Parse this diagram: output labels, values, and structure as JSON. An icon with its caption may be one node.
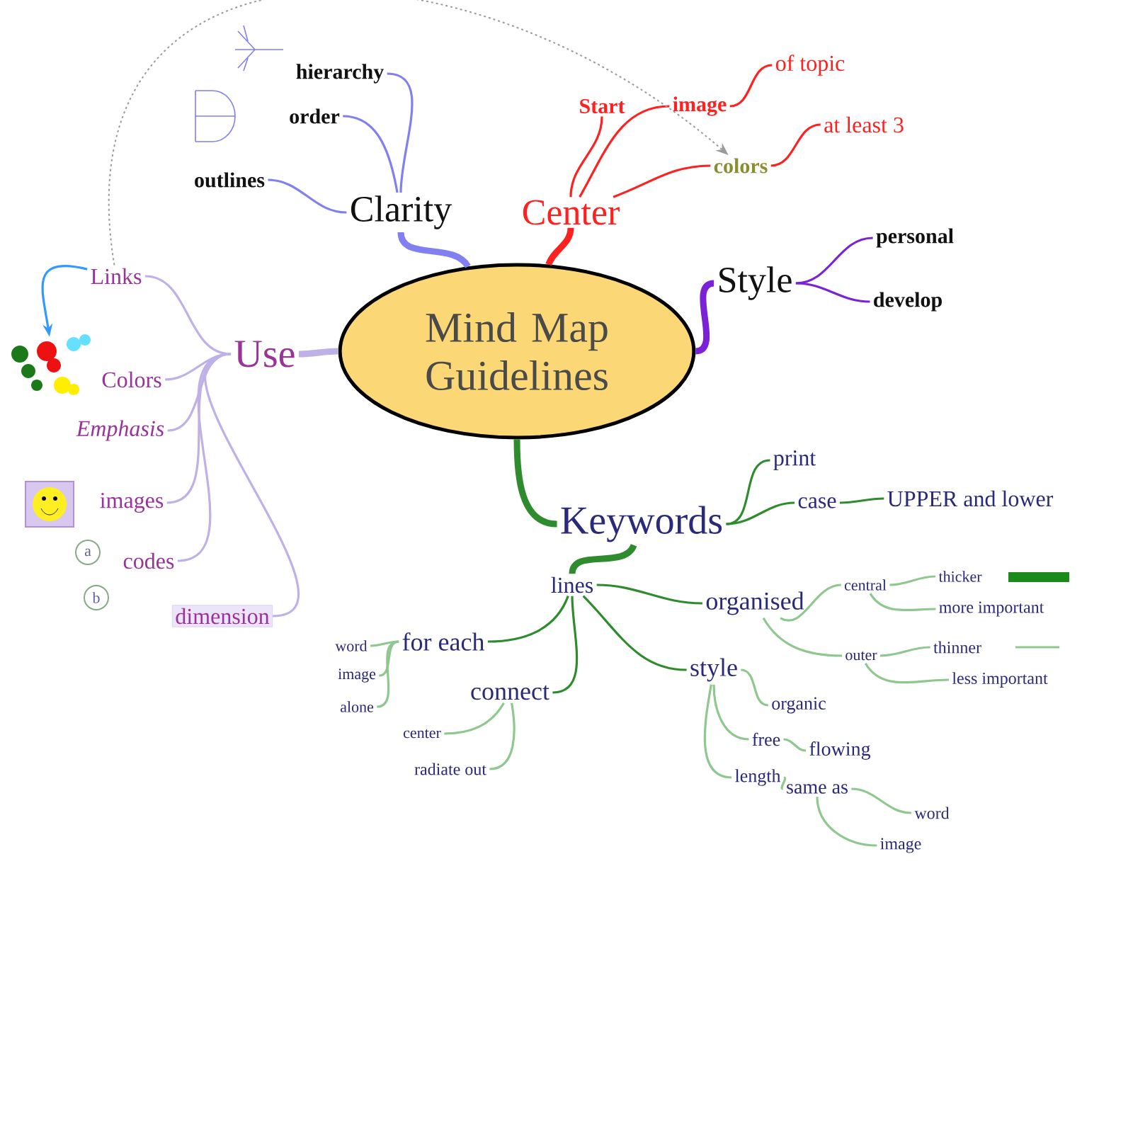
{
  "diagram": {
    "nodes": [
      {
        "text": [
          "Mind Map Guidelines"
        ]
      },
      {
        "text": [
          "Clarity"
        ]
      },
      {
        "text": [
          "hierarchy"
        ]
      },
      {
        "text": [
          "order"
        ]
      },
      {
        "text": [
          "outlines"
        ]
      },
      {
        "text": [
          "Center"
        ]
      },
      {
        "text": [
          "Start"
        ]
      },
      {
        "text": [
          "image"
        ]
      },
      {
        "text": [
          "of topic"
        ]
      },
      {
        "text": [
          "colors"
        ]
      },
      {
        "text": [
          "at least 3"
        ]
      },
      {
        "text": [
          "Style"
        ]
      },
      {
        "text": [
          "personal"
        ]
      },
      {
        "text": [
          "develop"
        ]
      },
      {
        "text": [
          "Use"
        ]
      },
      {
        "text": [
          "Links"
        ]
      },
      {
        "text": [
          "Colors"
        ]
      },
      {
        "text": [
          "Emphasis"
        ]
      },
      {
        "text": [
          "images"
        ]
      },
      {
        "text": [
          "codes"
        ]
      },
      {
        "text": [
          "dimension"
        ]
      },
      {
        "text": [
          "Keywords"
        ]
      },
      {
        "text": [
          "print"
        ]
      },
      {
        "text": [
          "case"
        ]
      },
      {
        "text": [
          "UPPER and lower"
        ]
      },
      {
        "text": [
          "lines"
        ]
      },
      {
        "text": [
          "organised"
        ]
      },
      {
        "text": [
          "central"
        ]
      },
      {
        "text": [
          "thicker"
        ]
      },
      {
        "text": [
          "more important"
        ]
      },
      {
        "text": [
          "outer"
        ]
      },
      {
        "text": [
          "thinner"
        ]
      },
      {
        "text": [
          "less important"
        ]
      },
      {
        "text": [
          "style"
        ]
      },
      {
        "text": [
          "organic"
        ]
      },
      {
        "text": [
          "free"
        ]
      },
      {
        "text": [
          "flowing"
        ]
      },
      {
        "text": [
          "length"
        ]
      },
      {
        "text": [
          "same as"
        ]
      },
      {
        "text": [
          "word"
        ]
      },
      {
        "text": [
          "image"
        ]
      },
      {
        "text": [
          "for each"
        ]
      },
      {
        "text": [
          "word"
        ]
      },
      {
        "text": [
          "image"
        ]
      },
      {
        "text": [
          "alone"
        ]
      },
      {
        "text": [
          "connect"
        ]
      },
      {
        "text": [
          "center"
        ]
      },
      {
        "text": [
          "radiate out"
        ]
      },
      {
        "text": [],
        "shape": "picture"
      }
    ],
    "edges": [
      {
        "from": 0,
        "to": 1,
        "arrow": "none",
        "style": "thick",
        "color": "#8080f0"
      },
      {
        "from": 1,
        "to": 2,
        "arrow": "none",
        "color": "#8080f0"
      },
      {
        "from": 1,
        "to": 3,
        "arrow": "none",
        "color": "#8080f0"
      },
      {
        "from": 1,
        "to": 4,
        "arrow": "none",
        "color": "#8080f0"
      },
      {
        "from": 0,
        "to": 5,
        "arrow": "none",
        "style": "thick",
        "color": "#ff2020"
      },
      {
        "from": 5,
        "to": 6,
        "arrow": "none",
        "color": "#ff2020"
      },
      {
        "from": 5,
        "to": 7,
        "arrow": "none",
        "color": "#ff2020"
      },
      {
        "from": 7,
        "to": 8,
        "arrow": "none",
        "color": "#ff2020"
      },
      {
        "from": 5,
        "to": 9,
        "arrow": "none",
        "color": "#ff2020"
      },
      {
        "from": 9,
        "to": 10,
        "arrow": "none",
        "color": "#ff2020"
      },
      {
        "from": 0,
        "to": 11,
        "arrow": "none",
        "style": "thick",
        "color": "#7a22d6"
      },
      {
        "from": 11,
        "to": 12,
        "arrow": "none",
        "color": "#7a22d6"
      },
      {
        "from": 11,
        "to": 13,
        "arrow": "none",
        "color": "#7a22d6"
      },
      {
        "from": 0,
        "to": 14,
        "arrow": "none",
        "style": "thick",
        "color": "#c0b0e8"
      },
      {
        "from": 14,
        "to": 15,
        "arrow": "none",
        "color": "#c0b0e8"
      },
      {
        "from": 14,
        "to": 16,
        "arrow": "none",
        "color": "#c0b0e8"
      },
      {
        "from": 14,
        "to": 17,
        "arrow": "none",
        "color": "#c0b0e8"
      },
      {
        "from": 14,
        "to": 18,
        "arrow": "none",
        "color": "#c0b0e8"
      },
      {
        "from": 14,
        "to": 19,
        "arrow": "none",
        "color": "#c0b0e8"
      },
      {
        "from": 14,
        "to": 20,
        "arrow": "none",
        "color": "#c0b0e8"
      },
      {
        "from": 0,
        "to": 21,
        "arrow": "none",
        "style": "thick",
        "color": "#2e8b2e"
      },
      {
        "from": 21,
        "to": 22,
        "arrow": "none",
        "color": "#2e8b2e"
      },
      {
        "from": 21,
        "to": 23,
        "arrow": "none",
        "color": "#2e8b2e"
      },
      {
        "from": 23,
        "to": 24,
        "arrow": "none",
        "color": "#2e8b2e"
      },
      {
        "from": 21,
        "to": 25,
        "arrow": "none",
        "style": "thick",
        "color": "#2e8b2e"
      },
      {
        "from": 25,
        "to": 26,
        "arrow": "none",
        "color": "#2e8b2e"
      },
      {
        "from": 26,
        "to": 27,
        "arrow": "none"
      },
      {
        "from": 27,
        "to": 28,
        "arrow": "none"
      },
      {
        "from": 27,
        "to": 29,
        "arrow": "none"
      },
      {
        "from": 26,
        "to": 30,
        "arrow": "none"
      },
      {
        "from": 30,
        "to": 31,
        "arrow": "none"
      },
      {
        "from": 30,
        "to": 32,
        "arrow": "none"
      },
      {
        "from": 25,
        "to": 33,
        "arrow": "none",
        "color": "#2e8b2e"
      },
      {
        "from": 33,
        "to": 34,
        "arrow": "none"
      },
      {
        "from": 33,
        "to": 35,
        "arrow": "none"
      },
      {
        "from": 35,
        "to": 36,
        "arrow": "none"
      },
      {
        "from": 33,
        "to": 37,
        "arrow": "none"
      },
      {
        "from": 37,
        "to": 38,
        "arrow": "none"
      },
      {
        "from": 38,
        "to": 39,
        "arrow": "none"
      },
      {
        "from": 38,
        "to": 40,
        "arrow": "none"
      },
      {
        "from": 25,
        "to": 41,
        "arrow": "none",
        "color": "#2e8b2e"
      },
      {
        "from": 41,
        "to": 42,
        "arrow": "none"
      },
      {
        "from": 41,
        "to": 43,
        "arrow": "none"
      },
      {
        "from": 41,
        "to": 44,
        "arrow": "none"
      },
      {
        "from": 25,
        "to": 45,
        "arrow": "none",
        "color": "#2e8b2e"
      },
      {
        "from": 45,
        "to": 46,
        "arrow": "none"
      },
      {
        "from": 45,
        "to": 47,
        "arrow": "none"
      },
      {
        "from": 15,
        "to": 9,
        "arrow": "to",
        "style": "dashed",
        "color": "#9a9a9a"
      },
      {
        "from": 15,
        "to": 48,
        "arrow": "to",
        "color": "#3399ff"
      }
    ],
    "labels": [
      "a",
      "b"
    ]
  }
}
